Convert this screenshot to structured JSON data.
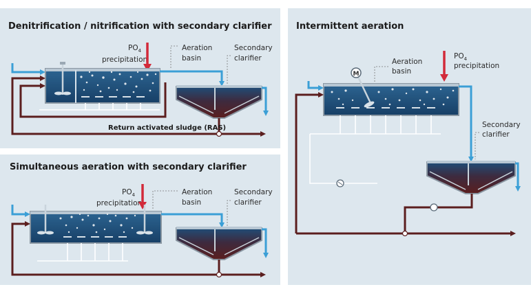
{
  "panels": {
    "denitrification": {
      "title": "Denitrification / nitrification with secondary clarifier",
      "po4": "PO",
      "po4_sub": "4",
      "precipitation": "precipitation",
      "aeration_1": "Aeration",
      "aeration_2": "basin",
      "clarifier_1": "Secondary",
      "clarifier_2": "clarifier",
      "ras": "Return activated sludge (RAS)"
    },
    "simultaneous": {
      "title": "Simultaneous aeration with secondary clarifier",
      "po4": "PO",
      "po4_sub": "4",
      "precipitation": "precipitation",
      "aeration_1": "Aeration",
      "aeration_2": "basin",
      "clarifier_1": "Secondary",
      "clarifier_2": "clarifier"
    },
    "intermittent": {
      "title": "Intermittent aeration",
      "po4": "PO",
      "po4_sub": "4",
      "precipitation": "precipitation",
      "aeration_1": "Aeration",
      "aeration_2": "basin",
      "clarifier_1": "Secondary",
      "clarifier_2": "clarifier",
      "motor": "M"
    }
  },
  "colors": {
    "panel_bg": "#dde7ee",
    "water_dark": "#1f4e79",
    "water_light": "#4f86b3",
    "sludge": "#5b1e1e",
    "pipe_blue": "#3b9fd6",
    "dosing_red": "#d22a3a",
    "divider": "#ffffff"
  }
}
